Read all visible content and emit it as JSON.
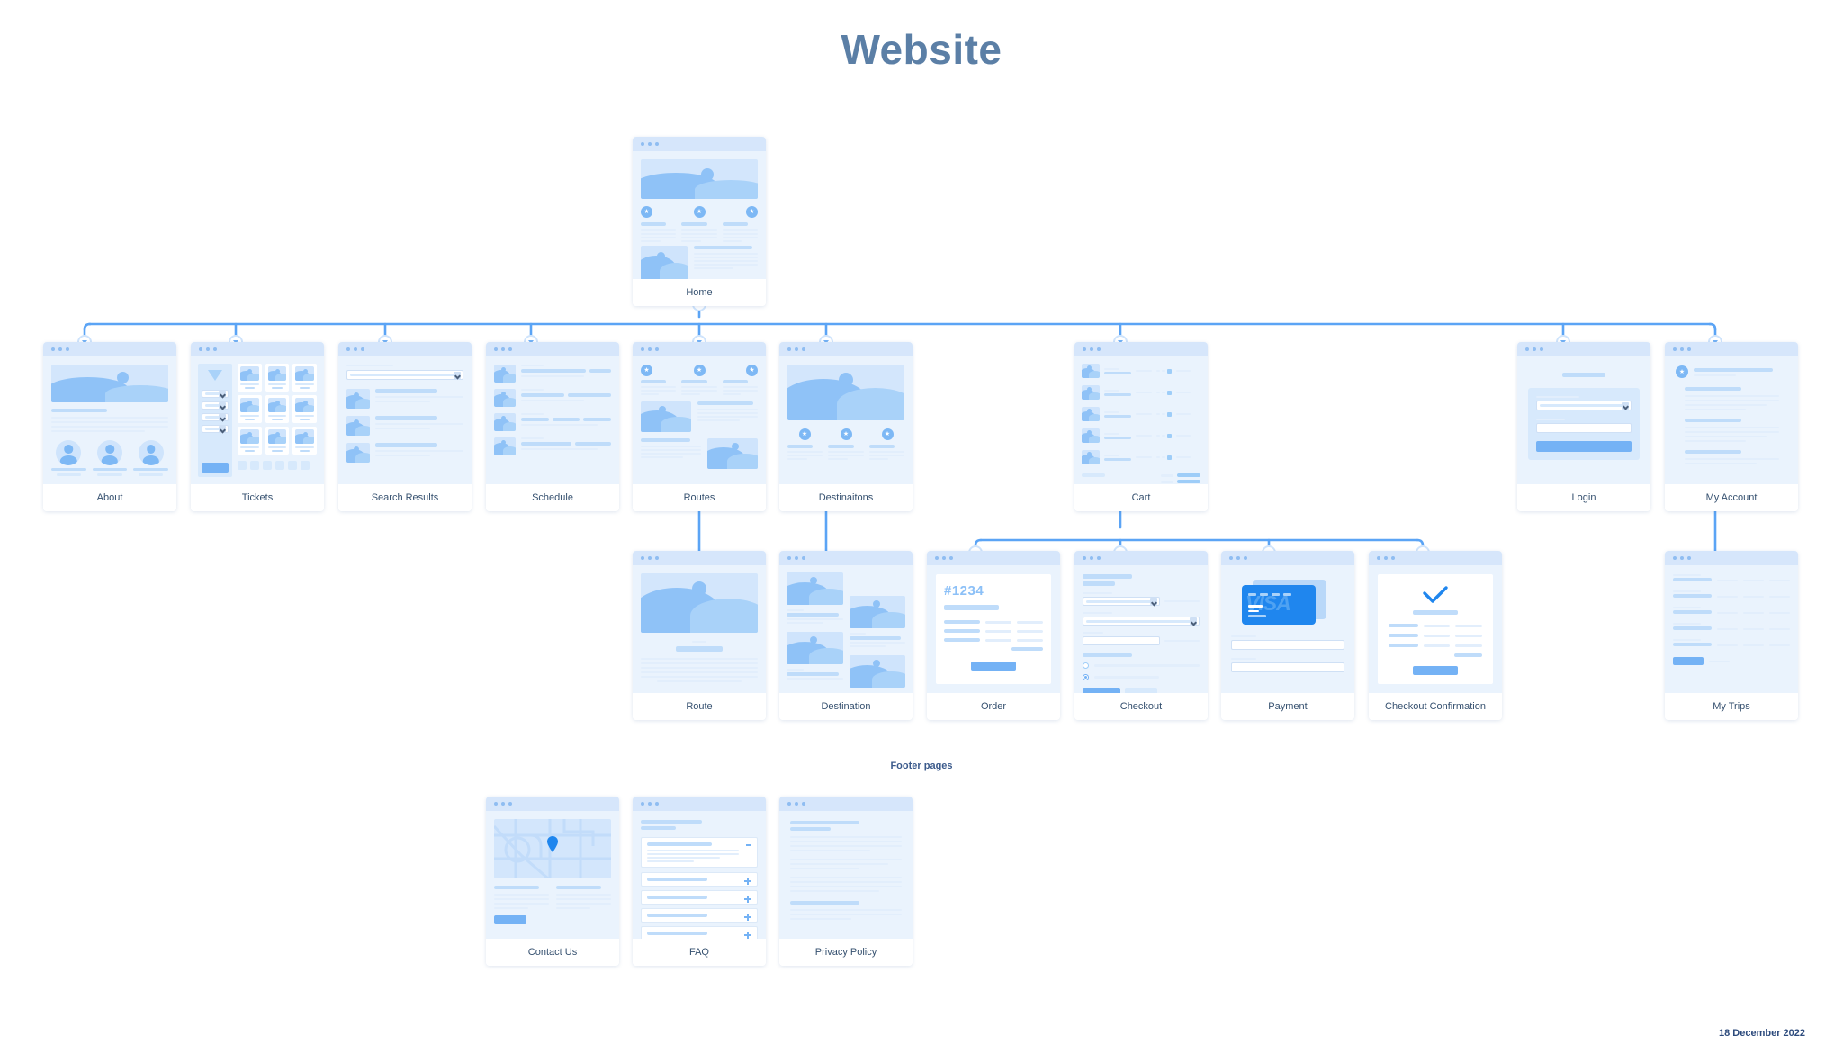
{
  "header": {
    "title": "Website"
  },
  "footer_section": {
    "label": "Footer pages"
  },
  "date_stamp": "18 December 2022",
  "colors": {
    "title": "#5b7fa6",
    "connector": "#5ba4f5",
    "card_caption": "#35506f",
    "accent_blue": "#74b2f5",
    "wire_node_fill": "#ffffff",
    "page_bg": "#ffffff",
    "card_body_bg": "#eaf3fd",
    "chrome_bg": "#d6e6fb"
  },
  "sitemap": {
    "root": {
      "label": "Home",
      "type": "landing"
    },
    "level2": [
      {
        "label": "About",
        "type": "about"
      },
      {
        "label": "Tickets",
        "type": "catalog-filter"
      },
      {
        "label": "Search Results",
        "type": "search-list"
      },
      {
        "label": "Schedule",
        "type": "schedule-list"
      },
      {
        "label": "Routes",
        "type": "features-article"
      },
      {
        "label": "Destinaitons",
        "type": "hero-features"
      },
      {
        "label": "Cart",
        "type": "cart-table"
      },
      {
        "label": "Login",
        "type": "login-form"
      },
      {
        "label": "My Account",
        "type": "account"
      }
    ],
    "level3": [
      {
        "label": "Route",
        "type": "article-hero",
        "parent": "Routes"
      },
      {
        "label": "Destination",
        "type": "zigzag-gallery",
        "parent": "Destinaitons"
      },
      {
        "label": "Order",
        "type": "order-receipt",
        "parent": "Cart"
      },
      {
        "label": "Checkout",
        "type": "checkout-form",
        "parent": "Cart"
      },
      {
        "label": "Payment",
        "type": "payment-card",
        "parent": "Cart"
      },
      {
        "label": "Checkout Confirmation",
        "type": "confirmation",
        "parent": "Cart"
      },
      {
        "label": "My Trips",
        "type": "trips-table",
        "parent": "My Account"
      }
    ],
    "footer_pages": [
      {
        "label": "Contact Us",
        "type": "map-contact"
      },
      {
        "label": "FAQ",
        "type": "accordion"
      },
      {
        "label": "Privacy Policy",
        "type": "legal-text"
      }
    ]
  },
  "card_content": {
    "order": {
      "order_number": "#1234"
    },
    "payment": {
      "card_brand": "VISA"
    }
  },
  "icons": {
    "window_dots": "window-dots-icon",
    "connector_node": "chevron-down-node-icon",
    "filter": "filter-funnel-icon",
    "star": "star-icon",
    "map_pin": "map-pin-icon",
    "check": "check-icon",
    "plus": "plus-icon",
    "minus": "minus-icon",
    "dropdown": "chevron-down-icon"
  }
}
